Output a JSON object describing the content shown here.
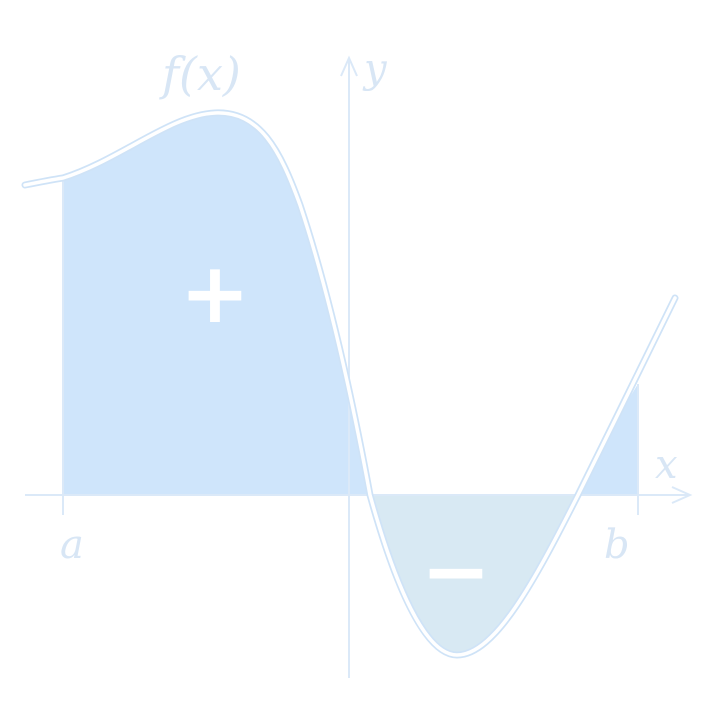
{
  "function_label": "f(x)",
  "axes": {
    "x_label": "x",
    "y_label": "y"
  },
  "bounds": {
    "a_label": "a",
    "b_label": "b"
  },
  "regions": {
    "positive_sign": "+",
    "negative_sign": "−"
  },
  "colors": {
    "curve": "#ffffff",
    "curve_shadow": "#cfe3f7",
    "axis": "#dbe9f8",
    "positive_fill": "#cfe5fb",
    "negative_fill": "#d8e9f3",
    "labels": "#d8e6f5",
    "signs": "#ffffff"
  }
}
